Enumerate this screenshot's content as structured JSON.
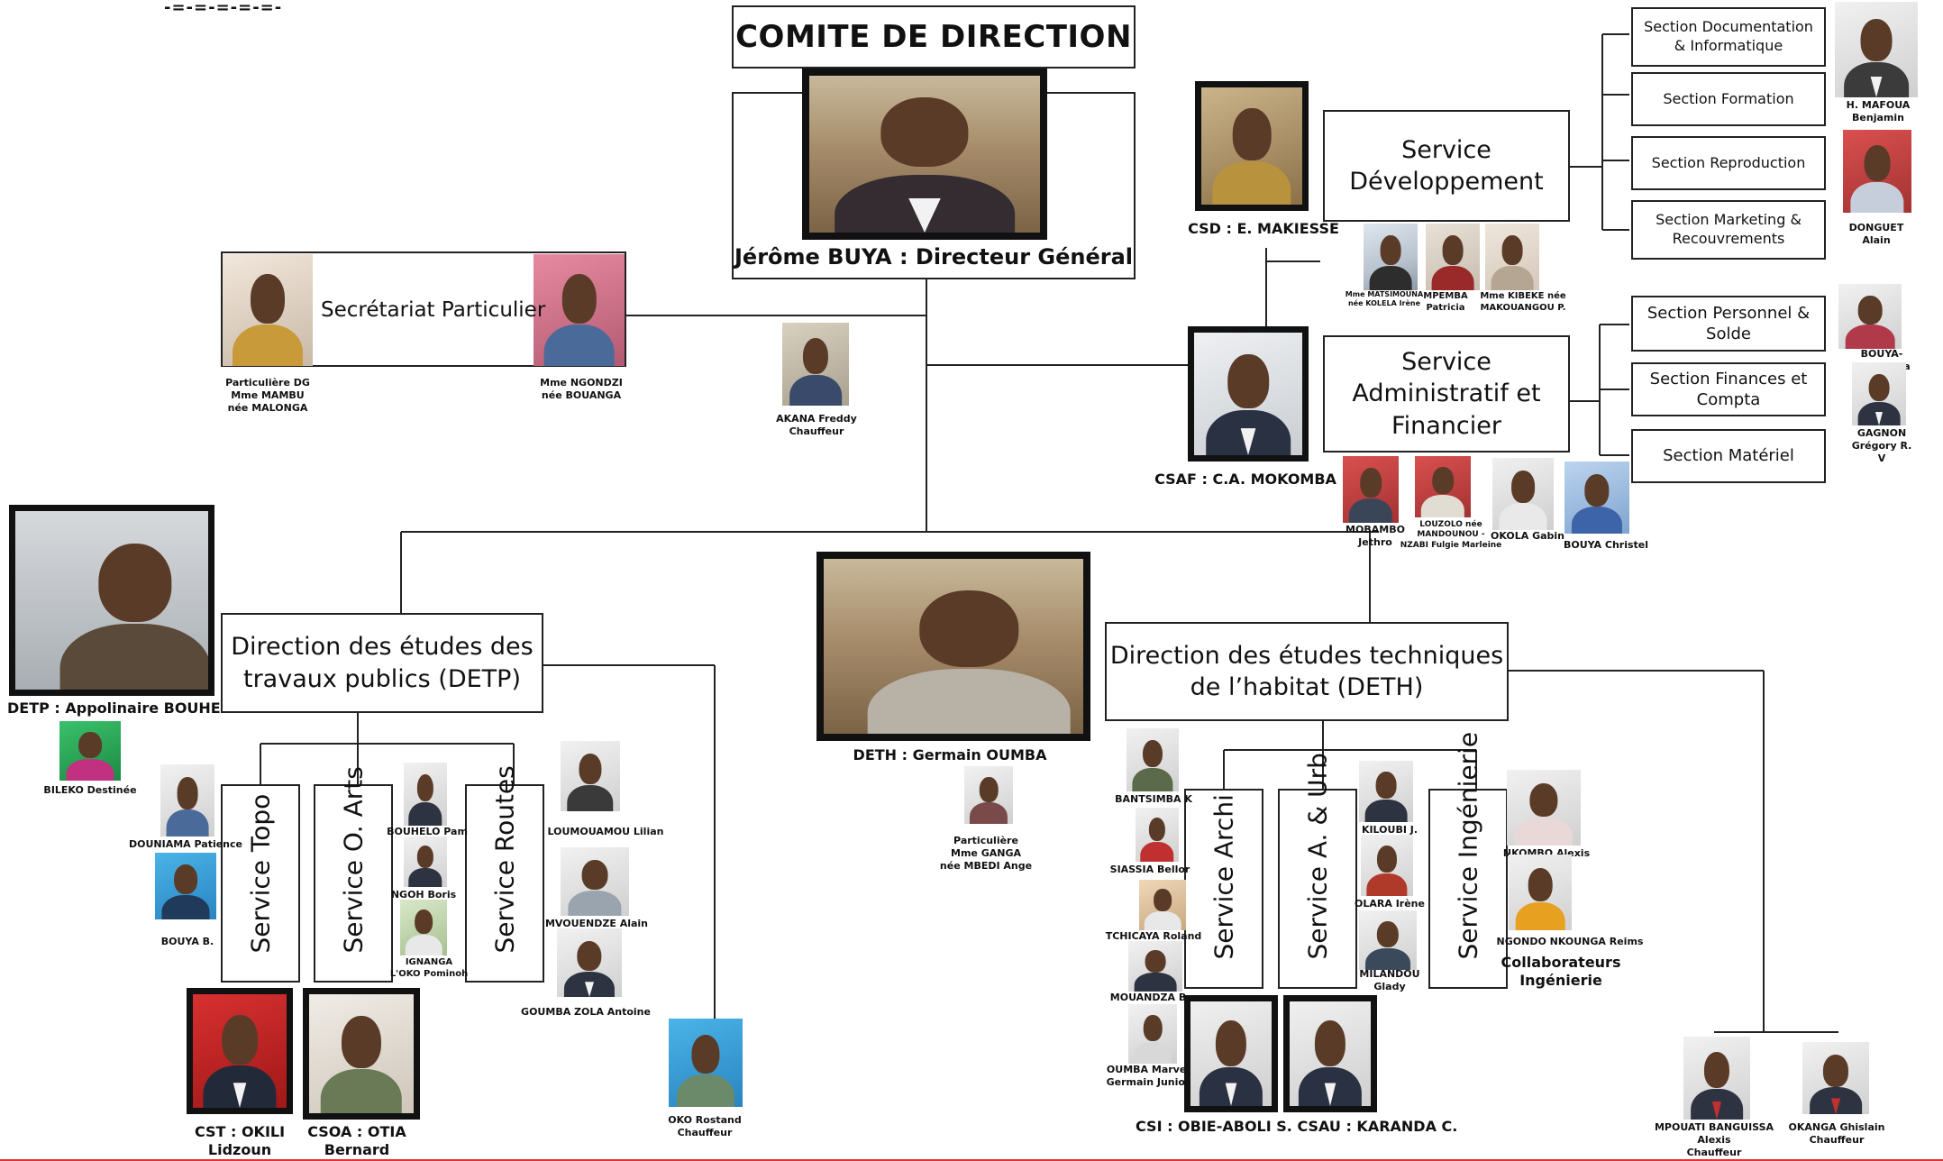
{
  "decoration": "-=-=-=-=-=-",
  "comite": "COMITE DE DIRECTION",
  "dg": {
    "caption": "Jérôme BUYA : Directeur Général"
  },
  "secretariat": {
    "label": "Secrétariat Particulier",
    "left_caption": "Particulière DG\nMme MAMBU\nnée MALONGA",
    "right_caption": "Mme NGONDZI\nnée BOUANGA"
  },
  "chauffeur_dg": "AKANA Freddy\nChauffeur",
  "service_dev": {
    "label": "Service\nDéveloppement",
    "chief": "CSD : E. MAKIESSE",
    "staff": [
      "Mme MATSIMOUNA\nnée KOLELA Irène",
      "MPEMBA\nPatricia",
      "Mme KIBEKE née\nMAKOUANGOU P."
    ],
    "sections": [
      "Section Documentation\n& Informatique",
      "Section Formation",
      "Section Reproduction",
      "Section Marketing &\nRecouvrements"
    ],
    "section_staff": [
      "H. MAFOUA\nBenjamin",
      "DONGUET Alain"
    ]
  },
  "service_admin": {
    "label": "Service\nAdministratif et\nFinancier",
    "chief": "CSAF : C.A. MOKOMBA",
    "staff": [
      "MOBAMBO\nJethro",
      "LOUZOLO née\nMANDOUNOU -\nNZABI Fulgie Marleine",
      "OKOLA Gabin",
      "BOUYA Christel"
    ],
    "sections": [
      "Section Personnel &\nSolde",
      "Section Finances et\nCompta",
      "Section Matériel"
    ],
    "section_staff": [
      "BOUYA-DIMI Frida",
      "GAGNON Grégory R. V"
    ]
  },
  "detp": {
    "label": "Direction des études des\ntravaux publics (DETP)",
    "chief": "DETP : Appolinaire BOUHELO",
    "assistant": "BILEKO Destinée",
    "services": [
      "Service Topo",
      "Service O. Arts",
      "Service Routes"
    ],
    "staff_topo": [
      "DOUNIAMA Patience",
      "BOUYA B."
    ],
    "staff_arts": [
      "BOUHELO Pam",
      "NGOH Boris",
      "IGNANGA\nL'OKO Pominoh"
    ],
    "staff_routes": [
      "LOUMOUAMOU Lilian",
      "MVOUENDZE Alain",
      "GOUMBA ZOLA Antoine"
    ],
    "chief_topo": "CST : OKILI\nLidzoun",
    "chief_arts": "CSOA : OTIA\nBernard",
    "chauffeur": "OKO Rostand\nChauffeur"
  },
  "deth": {
    "label": "Direction des études techniques\nde l’habitat (DETH)",
    "chief": "DETH : Germain OUMBA",
    "assistant": "Particulière\nMme GANGA\nnée MBEDI Ange",
    "services": [
      "Service Archi",
      "Service A. & Urb",
      "Service Ingénierie"
    ],
    "staff_archi": [
      "BANTSIMBA K",
      "SIASSIA Bellor",
      "TCHICAYA Roland",
      "MOUANDZA B",
      "OUMBA Marvel\nGermain Junior"
    ],
    "staff_urb": [
      "KILOUBI J.",
      "OLARA Irène",
      "MILANDOU\nGlady"
    ],
    "staff_ing": [
      "NKOMBO Alexis",
      "NGONDO NKOUNGA Reims"
    ],
    "collab": "Collaborateurs\nIngénierie",
    "chiefs_caption": "CSI : OBIE-ABOLI S. CSAU : KARANDA C.",
    "bottom_staff": [
      "MPOUATI BANGUISSA\nAlexis\nChauffeur",
      "OKANGA Ghislain\nChauffeur"
    ]
  }
}
